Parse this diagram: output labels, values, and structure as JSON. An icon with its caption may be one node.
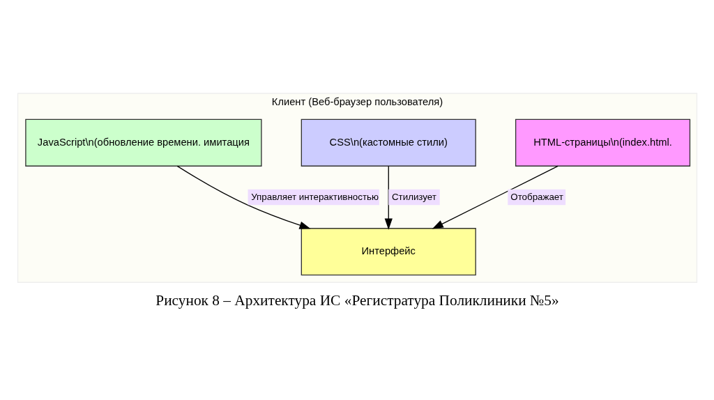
{
  "diagram": {
    "caption": "Рисунок 8 – Архитектура ИС «Регистратура Поликлиники №5»",
    "nodes": [
      {
        "text": [
          "Клиент (Веб-браузер пользователя)"
        ]
      },
      {
        "text": [
          "HTML-страницы\\n(index.html."
        ],
        "in": 0
      },
      {
        "text": [
          "CSS\\n(кастомные стили)"
        ],
        "in": 0
      },
      {
        "text": [
          "JavaScript\\n(обновление времени. имитация"
        ],
        "in": 0
      },
      {
        "text": [
          "Интерфейс"
        ],
        "in": 0
      }
    ],
    "edges": [
      {
        "from": 1,
        "to": 4,
        "arrow": "to",
        "label": "Отображает"
      },
      {
        "from": 2,
        "to": 4,
        "arrow": "to",
        "label": "Стилизует"
      },
      {
        "from": 3,
        "to": 4,
        "arrow": "to",
        "label": "Управляет интерактивностью"
      }
    ]
  }
}
